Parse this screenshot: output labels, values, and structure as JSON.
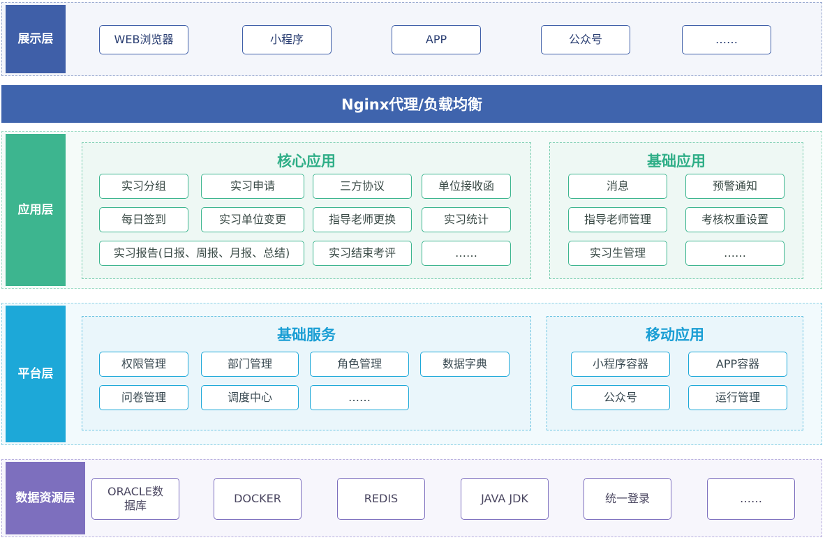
{
  "presentation": {
    "label": "展示层",
    "items": [
      "WEB浏览器",
      "小程序",
      "APP",
      "公众号",
      "……"
    ]
  },
  "nginx": {
    "label": "Nginx代理/负载均衡"
  },
  "application": {
    "label": "应用层",
    "core": {
      "title": "核心应用",
      "items": [
        "实习分组",
        "实习申请",
        "三方协议",
        "单位接收函",
        "每日签到",
        "实习单位变更",
        "指导老师更换",
        "实习统计",
        "实习报告(日报、周报、月报、总结)",
        "实习结束考评",
        "……"
      ]
    },
    "basic": {
      "title": "基础应用",
      "items": [
        "消息",
        "预警通知",
        "指导老师管理",
        "考核权重设置",
        "实习生管理",
        "……"
      ]
    }
  },
  "platform": {
    "label": "平台层",
    "services": {
      "title": "基础服务",
      "items": [
        "权限管理",
        "部门管理",
        "角色管理",
        "数据字典",
        "问卷管理",
        "调度中心",
        "……"
      ]
    },
    "mobile": {
      "title": "移动应用",
      "items": [
        "小程序容器",
        "APP容器",
        "公众号",
        "运行管理"
      ]
    }
  },
  "data": {
    "label": "数据资源层",
    "items": [
      "ORACLE数据库",
      "DOCKER",
      "REDIS",
      "JAVA JDK",
      "统一登录",
      "……"
    ]
  }
}
